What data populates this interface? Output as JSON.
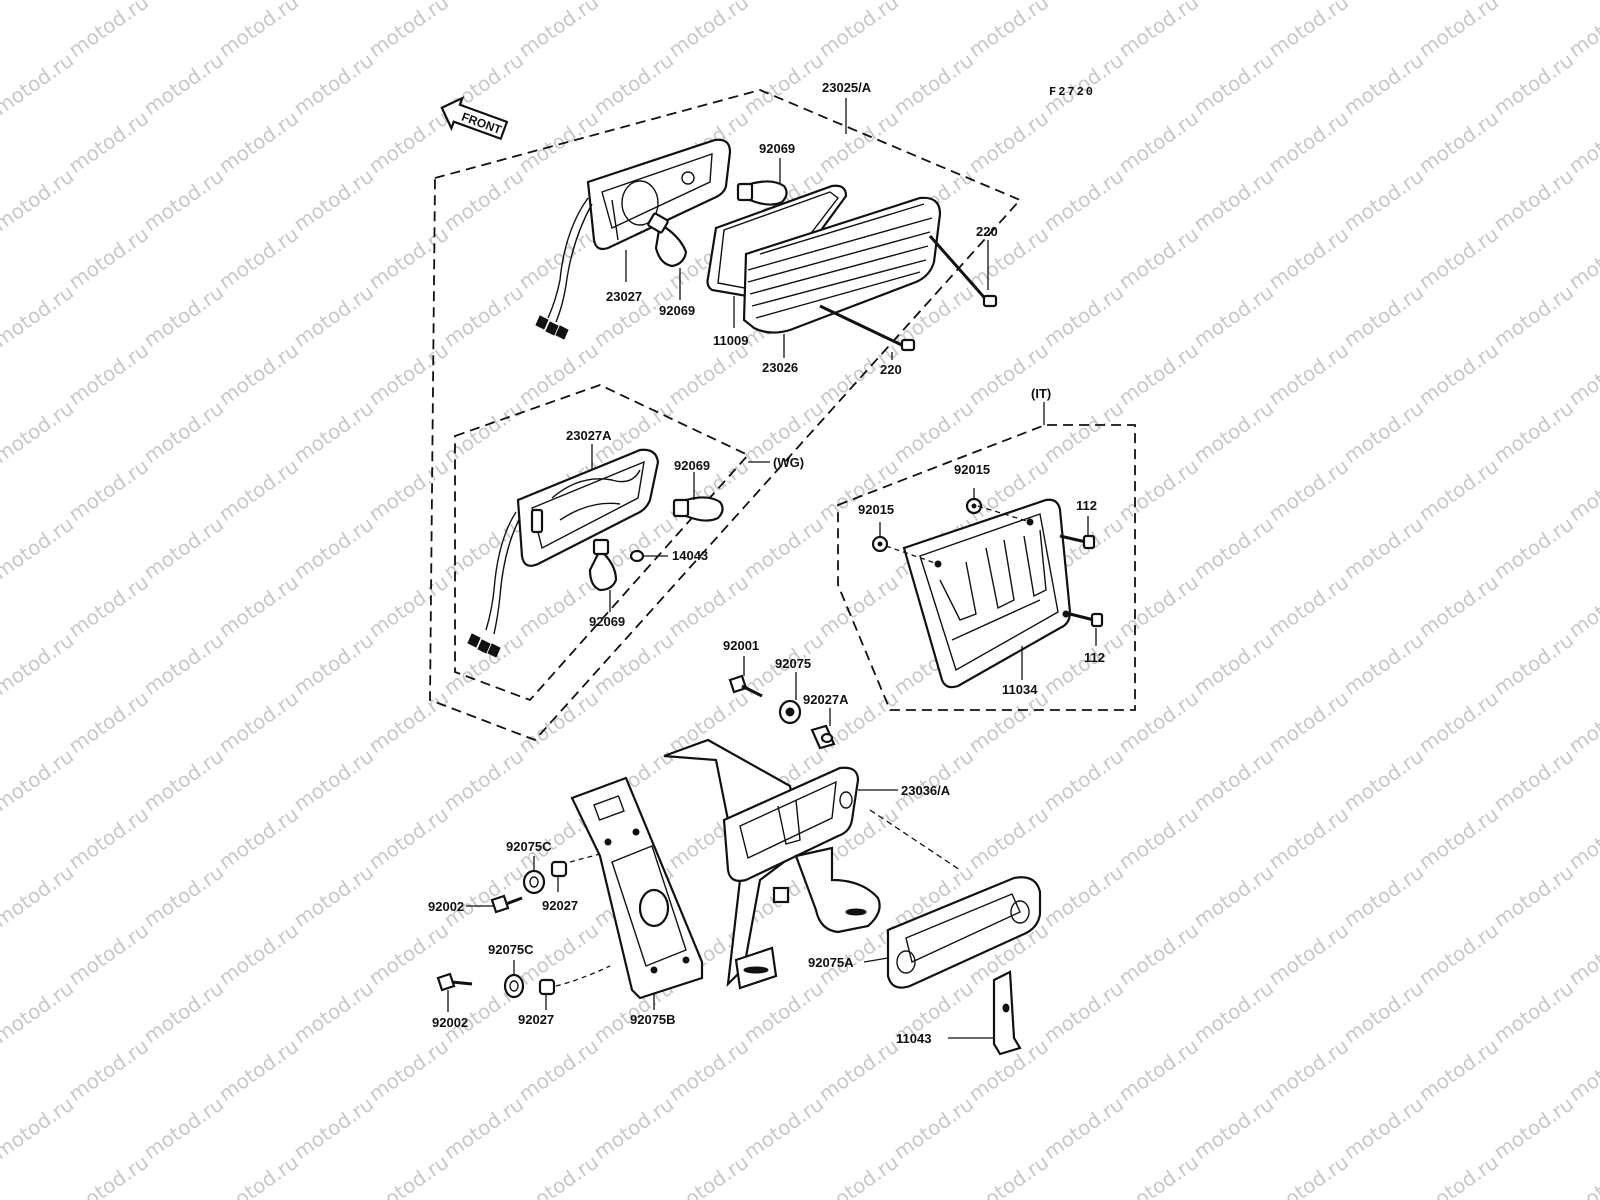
{
  "diagram": {
    "figure_code": "F2720",
    "front_label": "FRONT",
    "watermark": "motod.ru",
    "variant_labels": {
      "wg": "(WG)",
      "it": "(IT)"
    },
    "parts": [
      {
        "id": "23025A",
        "label": "23025/A"
      },
      {
        "id": "92069_top",
        "label": "92069"
      },
      {
        "id": "23027",
        "label": "23027"
      },
      {
        "id": "92069_mid",
        "label": "92069"
      },
      {
        "id": "11009",
        "label": "11009"
      },
      {
        "id": "23026",
        "label": "23026"
      },
      {
        "id": "220_top",
        "label": "220"
      },
      {
        "id": "220_bot",
        "label": "220"
      },
      {
        "id": "23027A",
        "label": "23027A"
      },
      {
        "id": "92069_wg_top",
        "label": "92069"
      },
      {
        "id": "14043",
        "label": "14043"
      },
      {
        "id": "92069_wg_bot",
        "label": "92069"
      },
      {
        "id": "92015_a",
        "label": "92015"
      },
      {
        "id": "92015_b",
        "label": "92015"
      },
      {
        "id": "112_top",
        "label": "112"
      },
      {
        "id": "112_bot",
        "label": "112"
      },
      {
        "id": "11034",
        "label": "11034"
      },
      {
        "id": "92001",
        "label": "92001"
      },
      {
        "id": "92075",
        "label": "92075"
      },
      {
        "id": "92027A",
        "label": "92027A"
      },
      {
        "id": "23036A",
        "label": "23036/A"
      },
      {
        "id": "92075C_top",
        "label": "92075C"
      },
      {
        "id": "92002_top",
        "label": "92002"
      },
      {
        "id": "92027_top",
        "label": "92027"
      },
      {
        "id": "92075C_bot",
        "label": "92075C"
      },
      {
        "id": "92002_bot",
        "label": "92002"
      },
      {
        "id": "92027_bot",
        "label": "92027"
      },
      {
        "id": "92075B",
        "label": "92075B"
      },
      {
        "id": "92075A",
        "label": "92075A"
      },
      {
        "id": "11043",
        "label": "11043"
      }
    ]
  }
}
